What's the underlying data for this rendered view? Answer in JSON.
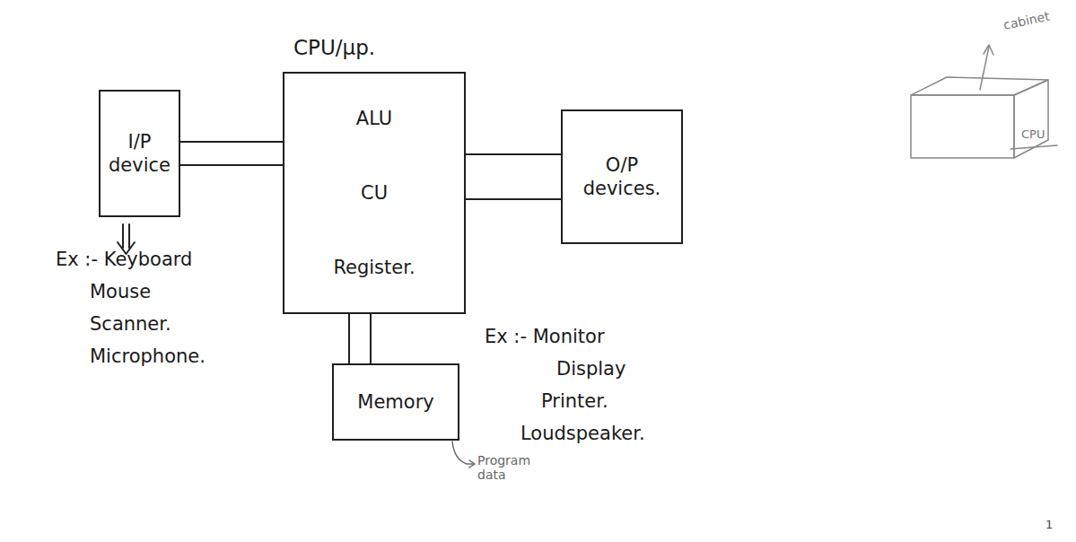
{
  "diagram": {
    "nodes": [
      {
        "text": [
          "I/P device"
        ]
      },
      {
        "text": [
          "CPU/μp.",
          "ALU",
          "CU",
          "Register."
        ]
      },
      {
        "text": [
          "O/P devices."
        ]
      },
      {
        "text": [
          "Memory"
        ]
      }
    ],
    "edges": [
      {
        "from": 0,
        "to": 1,
        "arrow": "none"
      },
      {
        "from": 1,
        "to": 2,
        "arrow": "none"
      },
      {
        "from": 1,
        "to": 3,
        "arrow": "none"
      }
    ],
    "labels": [
      "Ex :- Keyboard",
      "Mouse",
      "Scanner.",
      "Microphone.",
      "Ex :- Monitor",
      "Display",
      "Printer.",
      "Loudspeaker.",
      "Program data",
      "cabinet",
      "CPU",
      "1"
    ]
  }
}
